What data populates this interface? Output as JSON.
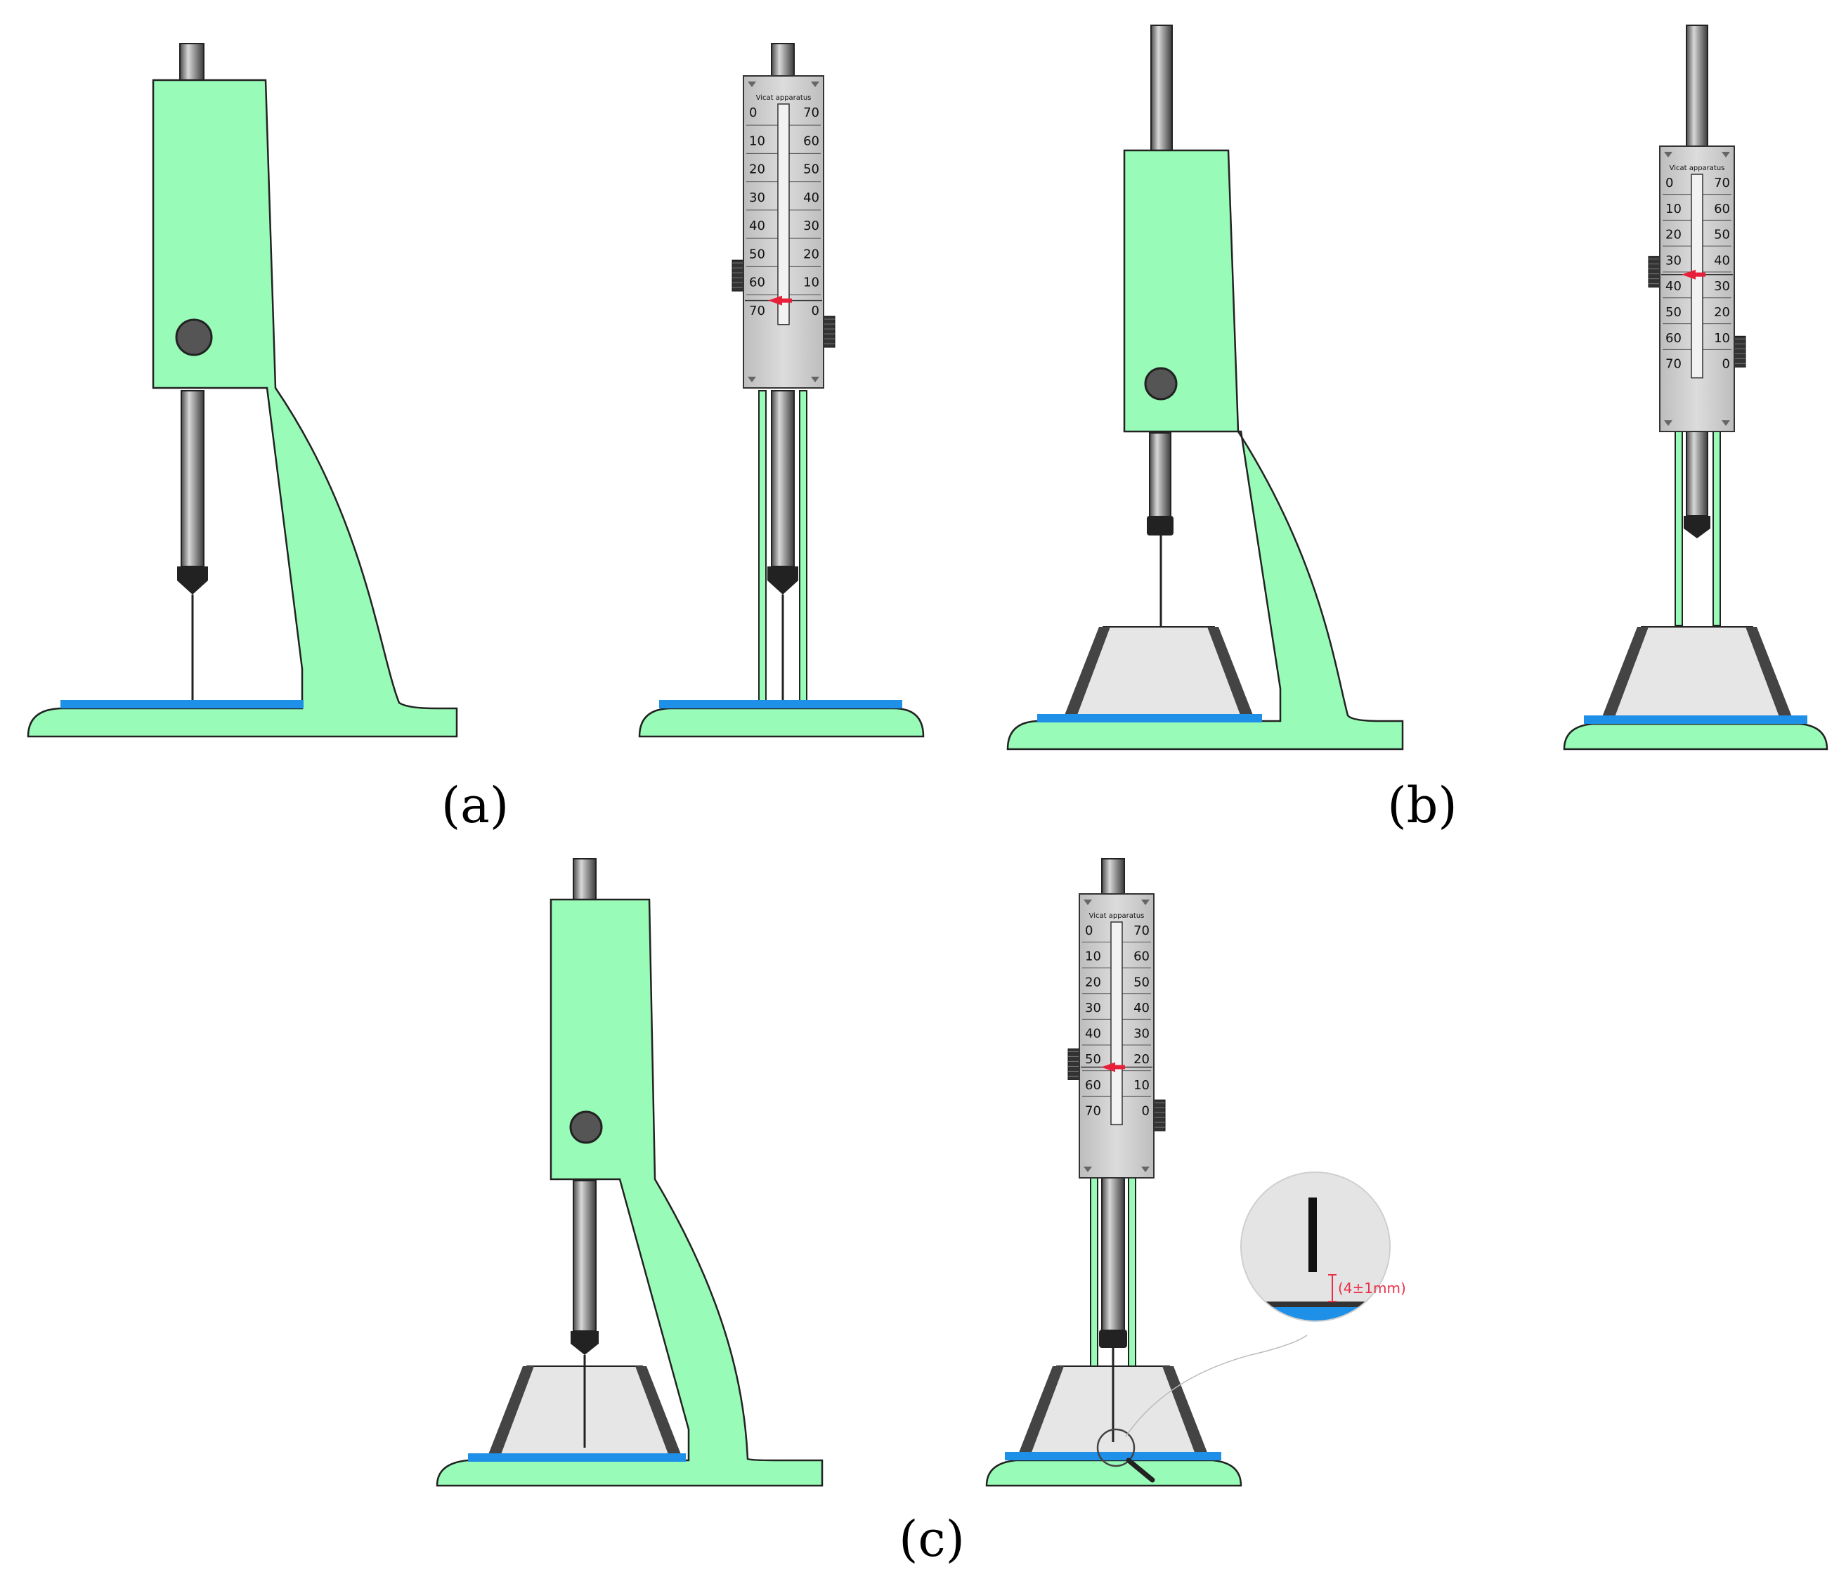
{
  "figure": {
    "panels": [
      {
        "id": "a",
        "caption": "(a)"
      },
      {
        "id": "b",
        "caption": "(b)"
      },
      {
        "id": "c",
        "caption": "(c)"
      }
    ],
    "scale": {
      "title": "Vicat apparatus",
      "left_labels": [
        "0",
        "10",
        "20",
        "30",
        "40",
        "50",
        "60",
        "70"
      ],
      "right_labels": [
        "70",
        "60",
        "50",
        "40",
        "30",
        "20",
        "10",
        "0"
      ]
    },
    "magnifier_label": "(4±1mm)"
  },
  "colors": {
    "frame_green": "#98fbb7",
    "outline": "#222222",
    "plate_blue": "#1e90e8",
    "rod_grey": "#8c8c8c",
    "scale_grey": "#cfcfcf",
    "mould_fill": "#e6e6e6",
    "mould_wall": "#444444",
    "pointer_red": "#e8203a"
  }
}
